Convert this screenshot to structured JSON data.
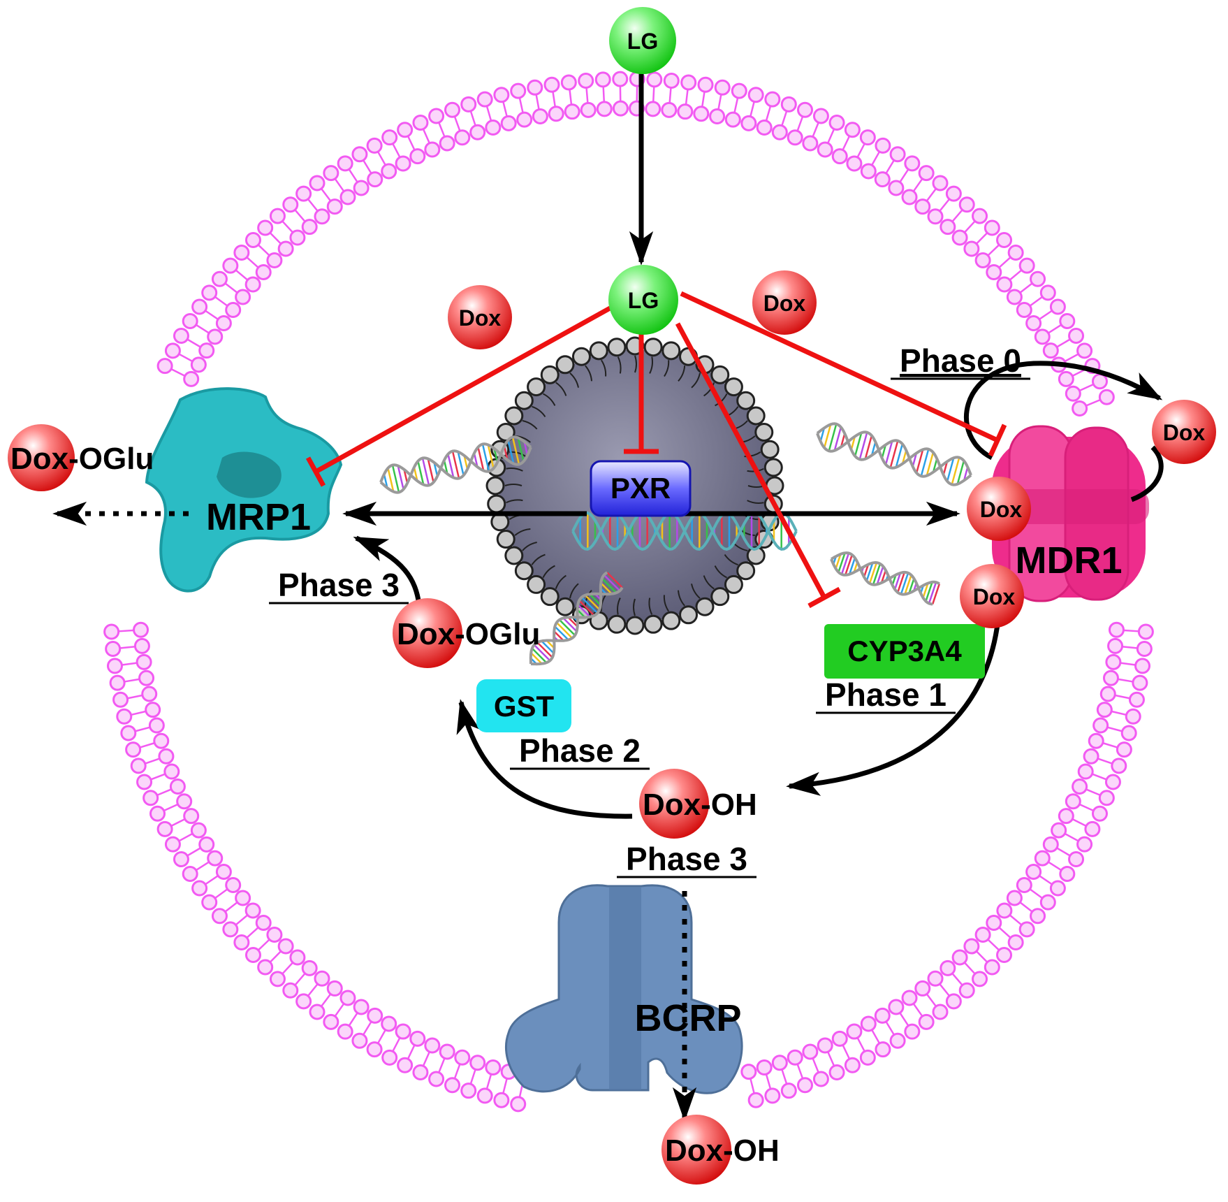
{
  "molecules": {
    "lg_top": "LG",
    "lg_center": "LG",
    "dox_left": "Dox",
    "dox_right": "Dox",
    "dox_outside_right": "Dox",
    "dox_mdr1_a": "Dox",
    "dox_mdr1_b": "Dox",
    "dox_oglu_outside_a": "Dox",
    "dox_oglu_outside_b": "-OGlu",
    "dox_oglu_inside_a": "Dox",
    "dox_oglu_inside_b": "-OGlu",
    "dox_oh_inside_a": "Dox",
    "dox_oh_inside_b": "-OH",
    "dox_oh_outside_a": "Dox",
    "dox_oh_outside_b": "-OH"
  },
  "proteins": {
    "mrp1": "MRP1",
    "mdr1": "MDR1",
    "bcrp": "BCRP",
    "pxr": "PXR",
    "cyp3a4": "CYP3A4",
    "gst": "GST"
  },
  "phases": {
    "phase0": "Phase 0",
    "phase1": "Phase 1",
    "phase2": "Phase 2",
    "phase3_left": "Phase 3",
    "phase3_bottom": "Phase 3"
  },
  "colors": {
    "membrane": "#f25af2",
    "lg": "#22dd22",
    "dox": "#e01818",
    "inhibition": "#ee1111",
    "mrp1": "#2bbcc4",
    "mdr1": "#ee2c8c",
    "bcrp": "#6b8fbd",
    "pxr": "#2c2ce8",
    "cyp3a4": "#22cc22",
    "gst": "#22e4f0",
    "nucleus": "#6e6e88"
  }
}
